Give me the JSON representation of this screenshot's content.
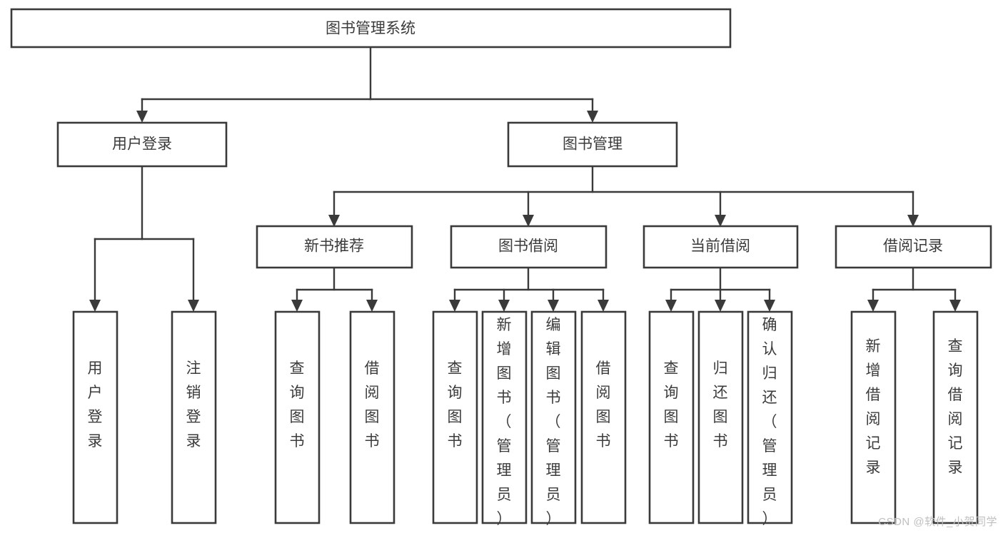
{
  "diagram": {
    "type": "tree",
    "title": "图书管理系统",
    "watermark": "CSDN @软件_小贺同学",
    "colors": {
      "stroke": "#3a3a3a",
      "fill": "#ffffff",
      "text": "#3b3b3b",
      "watermark": "#bfbfbf",
      "background": "#ffffff"
    },
    "levels": 4,
    "nodes": {
      "root": {
        "label": "图书管理系统",
        "level": 0,
        "orientation": "horizontal"
      },
      "l1": [
        {
          "id": "user-login",
          "label": "用户登录",
          "level": 1,
          "orientation": "horizontal"
        },
        {
          "id": "book-manage",
          "label": "图书管理",
          "level": 1,
          "orientation": "horizontal"
        }
      ],
      "l2": [
        {
          "id": "new-book-rec",
          "label": "新书推荐",
          "level": 2,
          "orientation": "horizontal",
          "parent": "book-manage"
        },
        {
          "id": "book-borrow",
          "label": "图书借阅",
          "level": 2,
          "orientation": "horizontal",
          "parent": "book-manage"
        },
        {
          "id": "current-borrow",
          "label": "当前借阅",
          "level": 2,
          "orientation": "horizontal",
          "parent": "book-manage"
        },
        {
          "id": "borrow-record",
          "label": "借阅记录",
          "level": 2,
          "orientation": "horizontal",
          "parent": "book-manage"
        }
      ],
      "leaves": [
        {
          "id": "leaf-user-login",
          "label": "用户登录",
          "parent": "user-login",
          "orientation": "vertical"
        },
        {
          "id": "leaf-logout-login",
          "label": "注销登录",
          "parent": "user-login",
          "orientation": "vertical"
        },
        {
          "id": "leaf-query-book-1",
          "label": "查询图书",
          "parent": "new-book-rec",
          "orientation": "vertical"
        },
        {
          "id": "leaf-borrow-book-1",
          "label": "借阅图书",
          "parent": "new-book-rec",
          "orientation": "vertical"
        },
        {
          "id": "leaf-query-book-2",
          "label": "查询图书",
          "parent": "book-borrow",
          "orientation": "vertical"
        },
        {
          "id": "leaf-add-book",
          "label": "新增图书（管理员）",
          "parent": "book-borrow",
          "orientation": "vertical"
        },
        {
          "id": "leaf-edit-book",
          "label": "编辑图书（管理员）",
          "parent": "book-borrow",
          "orientation": "vertical"
        },
        {
          "id": "leaf-borrow-book-2",
          "label": "借阅图书",
          "parent": "book-borrow",
          "orientation": "vertical"
        },
        {
          "id": "leaf-query-book-3",
          "label": "查询图书",
          "parent": "current-borrow",
          "orientation": "vertical"
        },
        {
          "id": "leaf-return-book",
          "label": "归还图书",
          "parent": "current-borrow",
          "orientation": "vertical"
        },
        {
          "id": "leaf-confirm-return",
          "label": "确认归还（管理员）",
          "parent": "current-borrow",
          "orientation": "vertical"
        },
        {
          "id": "leaf-add-record",
          "label": "新增借阅记录",
          "parent": "borrow-record",
          "orientation": "vertical"
        },
        {
          "id": "leaf-query-record",
          "label": "查询借阅记录",
          "parent": "borrow-record",
          "orientation": "vertical"
        }
      ]
    }
  }
}
